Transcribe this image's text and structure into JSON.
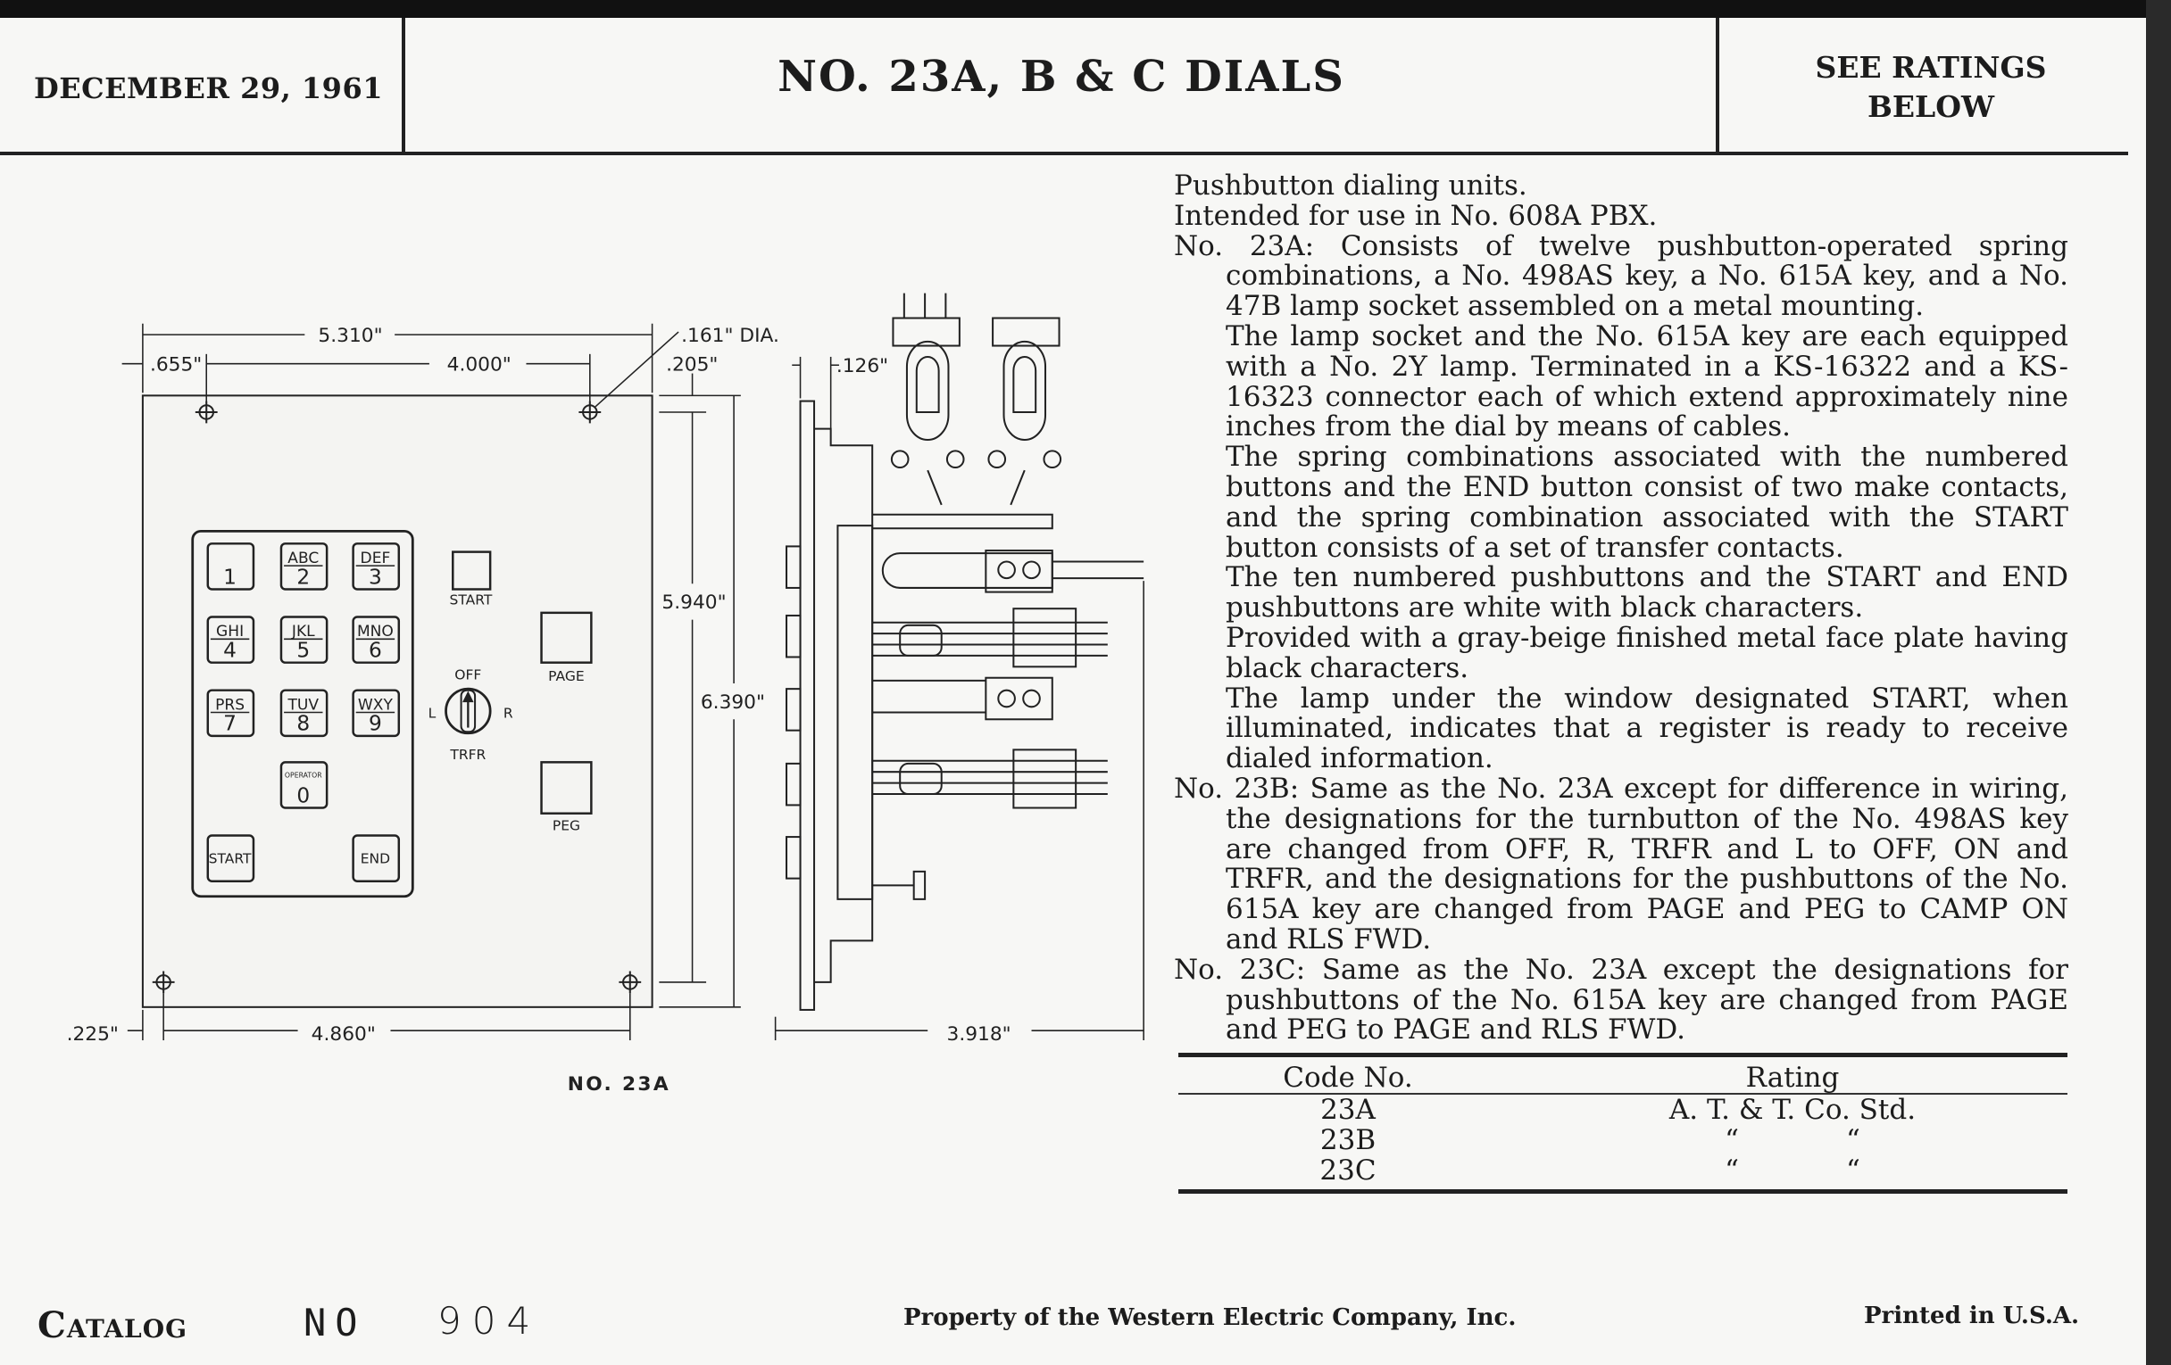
{
  "header": {
    "date": "DECEMBER 29, 1961",
    "title": "NO. 23A, B & C DIALS",
    "ratings_line1": "SEE RATINGS",
    "ratings_line2": "BELOW"
  },
  "diagram": {
    "dim_overall_width": "5.310\"",
    "dim_left_offset": ".655\"",
    "dim_hole_spacing": "4.000\"",
    "dim_hole_dia": ".161\" DIA.",
    "dim_top_offset": ".205\"",
    "dim_hole_vertical": "5.940\"",
    "dim_overall_height": "6.390\"",
    "dim_bottom_offset": ".225\"",
    "dim_bottom_holes": "4.860\"",
    "dim_plate_thickness": ".126\"",
    "dim_depth": "3.918\"",
    "caption": "NO. 23A",
    "keys": [
      {
        "letters": "",
        "digit": "1"
      },
      {
        "letters": "ABC",
        "digit": "2"
      },
      {
        "letters": "DEF",
        "digit": "3"
      },
      {
        "letters": "GHI",
        "digit": "4"
      },
      {
        "letters": "JKL",
        "digit": "5"
      },
      {
        "letters": "MNO",
        "digit": "6"
      },
      {
        "letters": "PRS",
        "digit": "7"
      },
      {
        "letters": "TUV",
        "digit": "8"
      },
      {
        "letters": "WXY",
        "digit": "9"
      },
      {
        "letters": "OPERATOR",
        "digit": "0"
      }
    ],
    "start_key": "START",
    "end_key": "END",
    "start_lamp_label": "START",
    "page_label": "PAGE",
    "peg_label": "PEG",
    "turn_off": "OFF",
    "turn_l": "L",
    "turn_r": "R",
    "turn_trfr": "TRFR"
  },
  "description": {
    "intro1": "Pushbutton dialing units.",
    "intro2": "Intended for use in No. 608A PBX.",
    "a_para1": "No. 23A:  Consists of twelve pushbutton-operated spring combinations, a No. 498AS key, a No. 615A key, and a No. 47B lamp socket assembled on a metal mounting.",
    "a_para2": "The lamp socket and the No. 615A key are each equipped with a No. 2Y lamp.  Terminated in a KS-16322 and a KS-16323 connector each of which extend approximately nine inches from the dial by means of cables.",
    "a_para3": "The spring combinations associated with the numbered buttons and the END button consist of two make contacts, and the spring combination associated with the START button consists of a set of transfer contacts.",
    "a_para4": "The ten numbered pushbuttons and the START and END pushbuttons are white with black characters.",
    "a_para5": "Provided with a gray-beige finished metal face plate having black characters.",
    "a_para6": "The lamp under the window designated START, when illuminated, indicates that a register is ready to receive dialed information.",
    "b_para": "No. 23B:  Same as the No. 23A except for difference in wiring, the designations for the turnbutton of the No. 498AS key are changed from OFF, R, TRFR and L to OFF, ON and TRFR, and the designations for the pushbuttons of the No. 615A key are changed from PAGE and PEG to CAMP ON and RLS FWD.",
    "c_para": "No. 23C:  Same as the No. 23A except the designations for pushbuttons of the No. 615A key are changed from PAGE and PEG to PAGE and RLS FWD."
  },
  "ratings_table": {
    "headers": [
      "Code No.",
      "Rating"
    ],
    "rows": [
      {
        "code": "23A",
        "rating": "A. T. & T. Co. Std."
      },
      {
        "code": "23B",
        "ditto": "“"
      },
      {
        "code": "23C",
        "ditto": "“"
      }
    ]
  },
  "footer": {
    "catalog": "Catalog",
    "catalog_no_label": "NO",
    "catalog_number": "904",
    "property": "Property of the Western Electric Company, Inc.",
    "printed": "Printed in U.S.A."
  }
}
